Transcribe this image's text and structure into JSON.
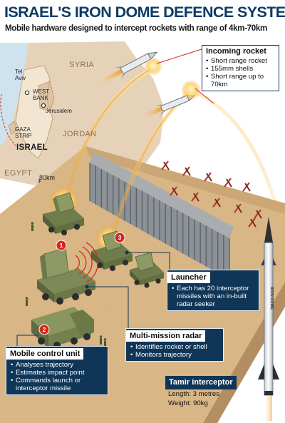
{
  "header": {
    "title": "ISRAEL'S IRON DOME DEFENCE SYSTEM",
    "subtitle": "Mobile hardware designed to intercept rockets with range of 4km-70km"
  },
  "map": {
    "labels": {
      "tel_aviv_line1": "Tel",
      "tel_aviv_line2": "Aviv",
      "west_bank_line1": "WEST",
      "west_bank_line2": "BANK",
      "jerusalem": "Jerusalem",
      "gaza_line1": "GAZA",
      "gaza_line2": "STRIP",
      "israel": "ISRAEL",
      "syria": "SYRIA",
      "jordan": "JORDAN",
      "egypt": "EGYPT"
    },
    "scale_label": "80km"
  },
  "incoming_rocket": {
    "heading": "Incoming rocket",
    "items": [
      "Short range rocket",
      "155mm shells",
      "Short range up to 70km"
    ]
  },
  "launcher": {
    "heading": "Launcher",
    "items": [
      "Each has 20 interceptor missiles with an in-built radar seeker"
    ],
    "number": "3"
  },
  "radar": {
    "heading": "Multi-mission radar",
    "items": [
      "Identifies rocket or shell",
      "Monitors trajectory"
    ],
    "number": "1"
  },
  "control_unit": {
    "heading": "Mobile control unit",
    "items": [
      "Analyses trajectory",
      "Estimates impact point",
      "Commands launch or interceptor missile"
    ],
    "number": "2"
  },
  "interceptor": {
    "heading": "Tamir interceptor",
    "length_line": "Length: 3 metres",
    "weight_line": "Weight: 90kg",
    "missile_text": "IRON DOME"
  },
  "colors": {
    "title_navy": "#0d3b66",
    "box_navy": "#0f3557",
    "callout_red": "#d7261e",
    "ground_sand": "#d4b184",
    "map_land": "#e6d2b8",
    "sea_blue": "#cfe3ef",
    "vehicle_olive": "#7d8a57"
  }
}
